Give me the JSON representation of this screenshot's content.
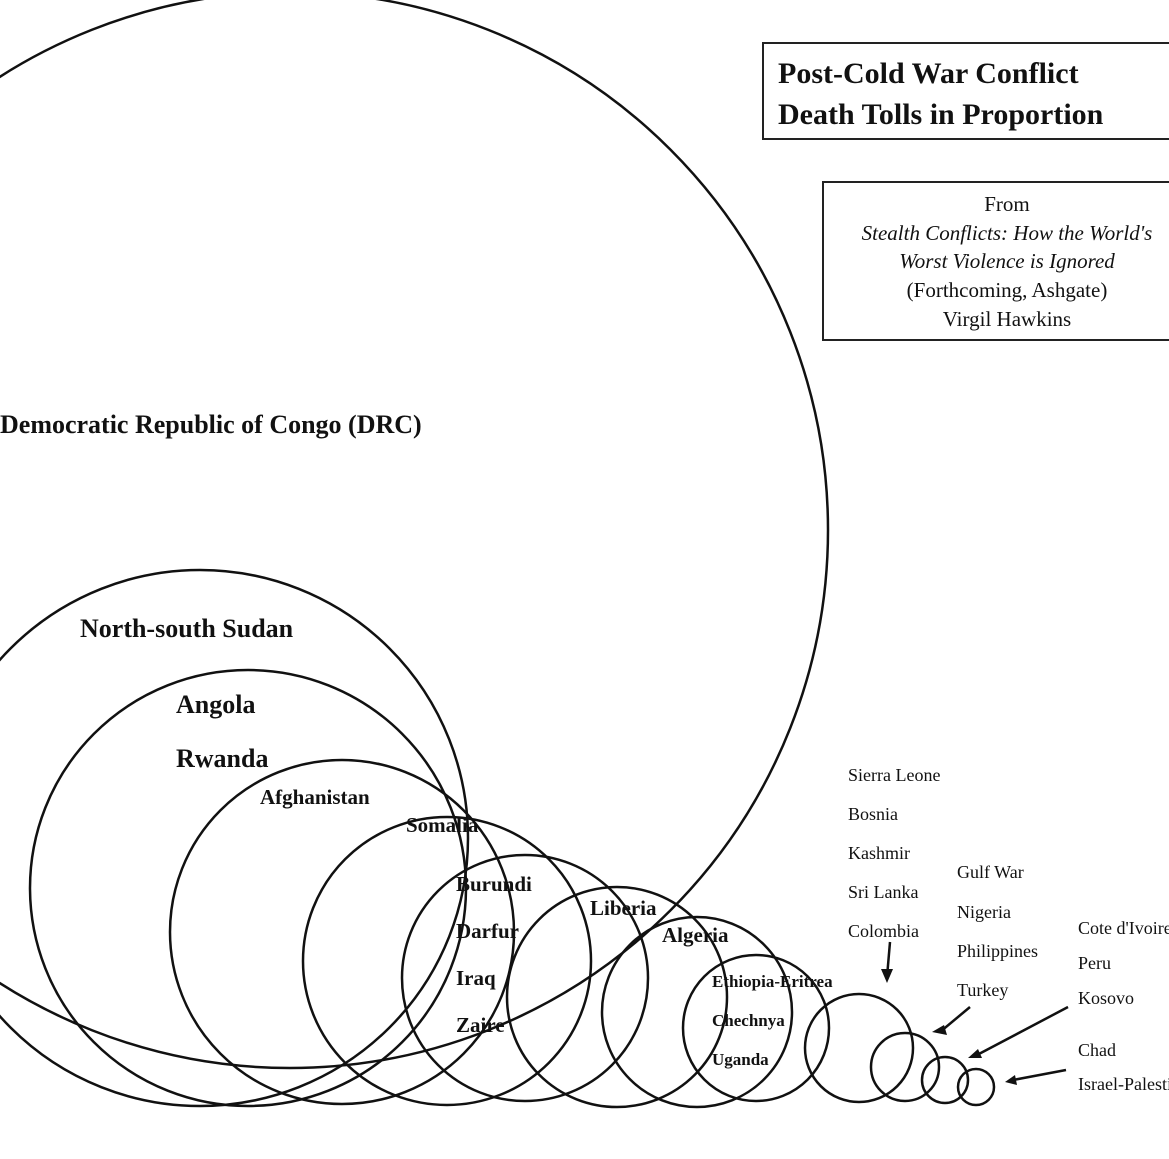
{
  "title": {
    "line1": "Post-Cold War Conflict",
    "line2": "Death Tolls in Proportion"
  },
  "source": {
    "from": "From",
    "book_line1": "Stealth Conflicts: How the World's",
    "book_line2": "Worst Violence is Ignored",
    "publisher": "(Forthcoming, Ashgate)",
    "author": "Virgil Hawkins"
  },
  "labels": {
    "drc": "Democratic Republic of Congo (DRC)",
    "sudan": "North-south Sudan",
    "angola": "Angola",
    "rwanda": "Rwanda",
    "afghanistan": "Afghanistan",
    "somalia": "Somalia",
    "burundi": "Burundi",
    "darfur": "Darfur",
    "iraq": "Iraq",
    "zaire": "Zaire",
    "liberia": "Liberia",
    "algeria": "Algeria",
    "ethiopia": "Ethiopia-Eritrea",
    "chechnya": "Chechnya",
    "uganda": "Uganda",
    "group1": [
      "Sierra Leone",
      "Bosnia",
      "Kashmir",
      "Sri Lanka",
      "Colombia"
    ],
    "group2": [
      "Gulf War",
      "Nigeria",
      "Philippines",
      "Turkey"
    ],
    "group3": [
      "Cote d'Ivoire",
      "Peru",
      "Kosovo"
    ],
    "group4": [
      "Chad",
      "Israel-Palestine"
    ]
  },
  "colors": {
    "line": "#111111",
    "background": "#ffffff"
  }
}
